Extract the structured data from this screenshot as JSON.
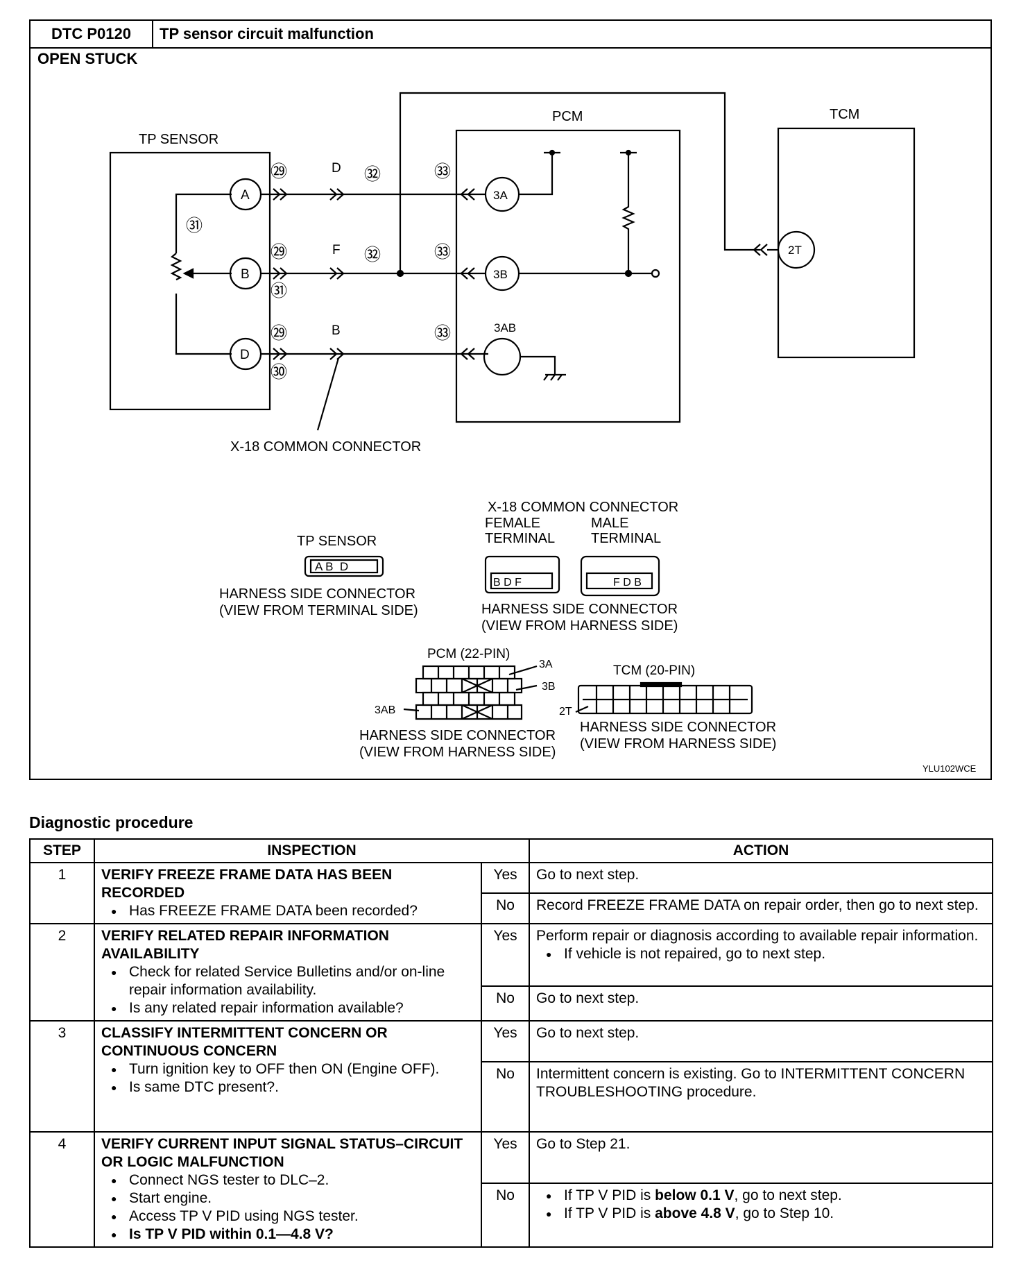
{
  "header": {
    "code": "DTC P0120",
    "title": "TP sensor circuit malfunction",
    "subtitle": "OPEN STUCK"
  },
  "diagram": {
    "tp_sensor_label": "TP SENSOR",
    "pcm_label": "PCM",
    "tcm_label": "TCM",
    "pins": {
      "a": "A",
      "b": "B",
      "d": "D",
      "p3a": "3A",
      "p3b": "3B",
      "p3ab": "3AB",
      "p2t": "2T"
    },
    "wires": {
      "d": "D",
      "f": "F",
      "b": "B"
    },
    "circled": {
      "n29": "㉙",
      "n30": "㉚",
      "n31": "㉛",
      "n32": "㉜",
      "n33": "㉝"
    },
    "x18_label": "X-18 COMMON CONNECTOR",
    "tp_connector": {
      "title": "TP SENSOR",
      "pins": "A B  D",
      "desc1": "HARNESS SIDE CONNECTOR",
      "desc2": "(VIEW FROM TERMINAL SIDE)"
    },
    "x18_connector": {
      "title": "X-18 COMMON CONNECTOR",
      "female1": "FEMALE",
      "female2": "TERMINAL",
      "male1": "MALE",
      "male2": "TERMINAL",
      "female_pins": "B D F",
      "male_pins": "F D B",
      "desc1": "HARNESS SIDE CONNECTOR",
      "desc2": "(VIEW FROM HARNESS SIDE)"
    },
    "pcm_connector": {
      "title": "PCM (22-PIN)",
      "l3a": "3A",
      "l3b": "3B",
      "l3ab": "3AB",
      "desc1": "HARNESS SIDE CONNECTOR",
      "desc2": "(VIEW FROM HARNESS SIDE)"
    },
    "tcm_connector": {
      "title": "TCM (20-PIN)",
      "l2t": "2T",
      "desc1": "HARNESS SIDE CONNECTOR",
      "desc2": "(VIEW FROM HARNESS SIDE)"
    },
    "figure_code": "YLU102WCE"
  },
  "procedure": {
    "title": "Diagnostic procedure",
    "headers": {
      "step": "STEP",
      "inspection": "INSPECTION",
      "action": "ACTION"
    },
    "yes": "Yes",
    "no": "No",
    "steps": [
      {
        "num": "1",
        "title": "VERIFY FREEZE FRAME DATA HAS BEEN RECORDED",
        "bullets": [
          "Has FREEZE FRAME DATA been recorded?"
        ],
        "yes": "Go to next step.",
        "no": "Record FREEZE FRAME DATA on repair order, then go to next step."
      },
      {
        "num": "2",
        "title": "VERIFY RELATED REPAIR INFORMATION AVAILABILITY",
        "bullets": [
          "Check for related Service Bulletins and/or on-line repair information availability.",
          "Is any related repair information available?"
        ],
        "yes": "Perform repair or diagnosis according to available repair information.",
        "yes_bullet": "If vehicle is not repaired, go to next step.",
        "no": "Go to next step."
      },
      {
        "num": "3",
        "title": "CLASSIFY INTERMITTENT CONCERN OR CONTINUOUS CONCERN",
        "bullets": [
          "Turn ignition key to OFF then ON (Engine OFF).",
          "Is same DTC present?."
        ],
        "yes": "Go to next step.",
        "no": "Intermittent concern is existing. Go to INTERMITTENT CONCERN TROUBLESHOOTING procedure."
      },
      {
        "num": "4",
        "title": "VERIFY CURRENT INPUT SIGNAL STATUS–CIRCUIT OR LOGIC MALFUNCTION",
        "bullets": [
          "Connect NGS tester to DLC–2.",
          "Start engine.",
          "Access TP V PID using NGS tester."
        ],
        "last_pre": "Is TP V PID ",
        "last_bold": "within 0.1—4.8 V?",
        "yes": "Go to Step 21.",
        "no_a_pre": "If TP V PID is ",
        "no_a_bold": "below 0.1 V",
        "no_a_post": ", go to next step.",
        "no_b_pre": "If TP V PID is ",
        "no_b_bold": "above 4.8 V",
        "no_b_post": ", go to Step 10."
      }
    ]
  }
}
